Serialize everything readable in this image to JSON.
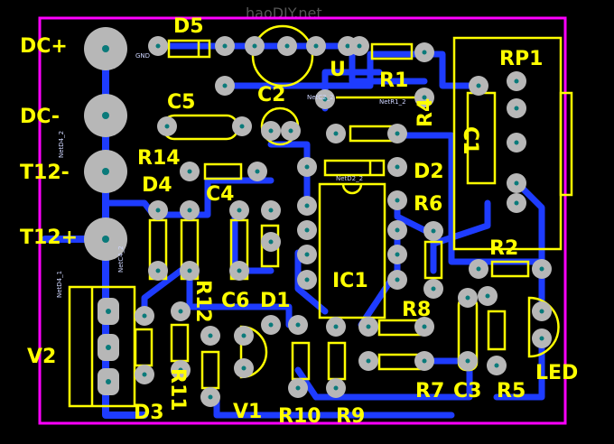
{
  "watermark": "haoDIY.net",
  "component_labels": {
    "dc_plus": "DC+",
    "dc_minus": "DC-",
    "t12_minus": "T12-",
    "t12_plus": "T12+",
    "v2": "V2",
    "d3": "D3",
    "r11": "R11",
    "v1": "V1",
    "r10": "R10",
    "r9": "R9",
    "r7": "R7",
    "c3": "C3",
    "r5": "R5",
    "led": "LED",
    "d5": "D5",
    "r1": "R1",
    "rp1": "RP1",
    "u": "U",
    "c2": "C2",
    "c5": "C5",
    "r14": "R14",
    "d4": "D4",
    "c4": "C4",
    "r4": "R4",
    "d2": "D2",
    "r6": "R6",
    "c1": "C1",
    "r2": "R2",
    "ic1": "IC1",
    "r8": "R8",
    "c6": "C6",
    "d1": "D1",
    "r12": "R12"
  },
  "net_labels": {
    "netd4_2": "NetD4_2",
    "netc4_2": "NetC4_2",
    "netd4_1": "NetD4_1",
    "gnd": "GND",
    "netc2_2": "NetC2_2",
    "netr1_2": "NetR1_2",
    "netd2_2": "NetD2_2"
  },
  "colors": {
    "board_outline": "#ff00ff",
    "silkscreen": "#ffff00",
    "copper": "#1e3cff",
    "pad": "#b7b7b7",
    "drill": "#0a7a7a"
  }
}
